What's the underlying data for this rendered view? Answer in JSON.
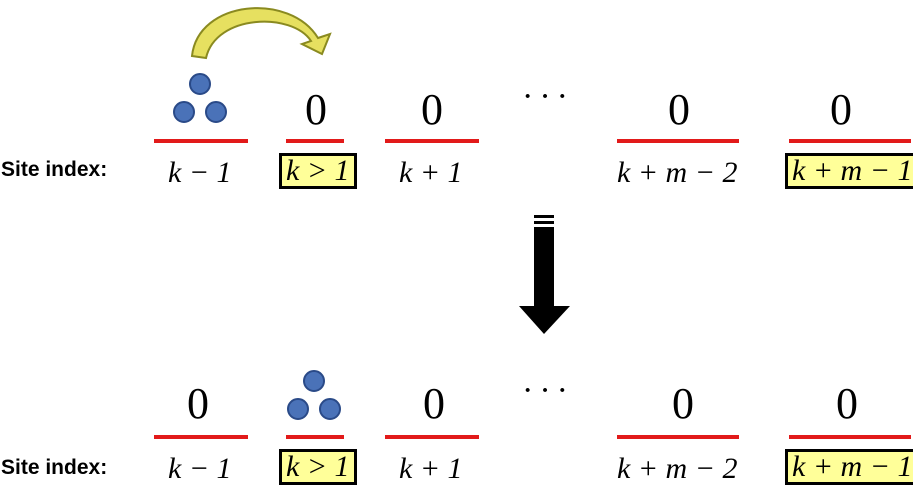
{
  "row_label": "Site index:",
  "ellipsis": "···",
  "before": {
    "occupancy": [
      "",
      "0",
      "0",
      "0",
      "0"
    ],
    "indices": [
      "k − 1",
      "k > 1",
      "k + 1",
      "k + m − 2",
      "k + m − 1"
    ]
  },
  "after": {
    "occupancy": [
      "0",
      "",
      "0",
      "0",
      "0"
    ],
    "indices": [
      "k − 1",
      "k > 1",
      "k + 1",
      "k + m − 2",
      "k + m − 1"
    ]
  },
  "colors": {
    "site_line": "#e21a1a",
    "particle": "#4a72b8",
    "highlight": "#ffff99",
    "hop_arrow": "#e6e060"
  }
}
